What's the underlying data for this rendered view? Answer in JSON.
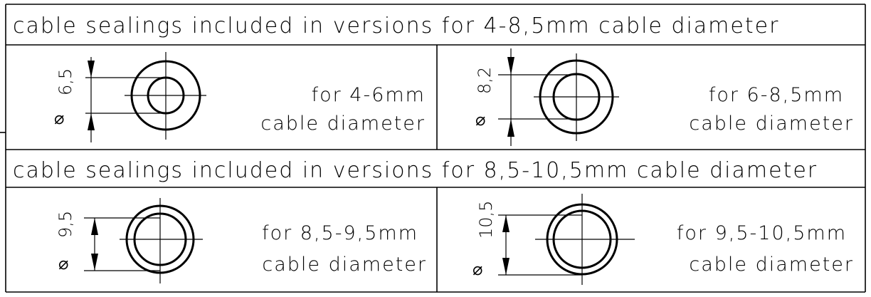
{
  "headers": {
    "row1": "cable sealings included in versions for 4-8,5mm cable diameter",
    "row2": "cable sealings included in versions for 8,5-10,5mm cable diameter"
  },
  "cells": [
    {
      "dimension": "6,5",
      "caption_line1": "for 4-6mm",
      "caption_line2": "cable diameter"
    },
    {
      "dimension": "8,2",
      "caption_line1": "for 6-8,5mm",
      "caption_line2": "cable diameter"
    },
    {
      "dimension": "9,5",
      "caption_line1": "for 8,5-9,5mm",
      "caption_line2": "cable diameter"
    },
    {
      "dimension": "10,5",
      "caption_line1": "for 9,5-10,5mm",
      "caption_line2": "cable diameter"
    }
  ],
  "diameter_symbol": "⌀"
}
